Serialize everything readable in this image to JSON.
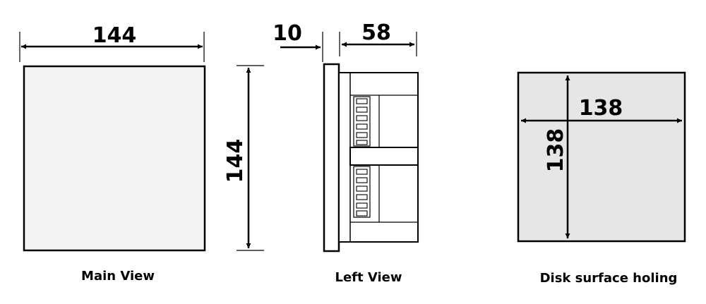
{
  "main_view": {
    "width_label": "144",
    "caption": "Main View"
  },
  "left_view": {
    "height_label": "144",
    "depth_label": "58",
    "panel_label": "10",
    "caption": "Left View"
  },
  "cutout": {
    "width_label": "138",
    "height_label": "138",
    "caption": "Disk surface holing"
  },
  "colors": {
    "line": "#000000",
    "panel_fill": "#f4f4f4",
    "cutout_fill": "#e6e6e6"
  }
}
